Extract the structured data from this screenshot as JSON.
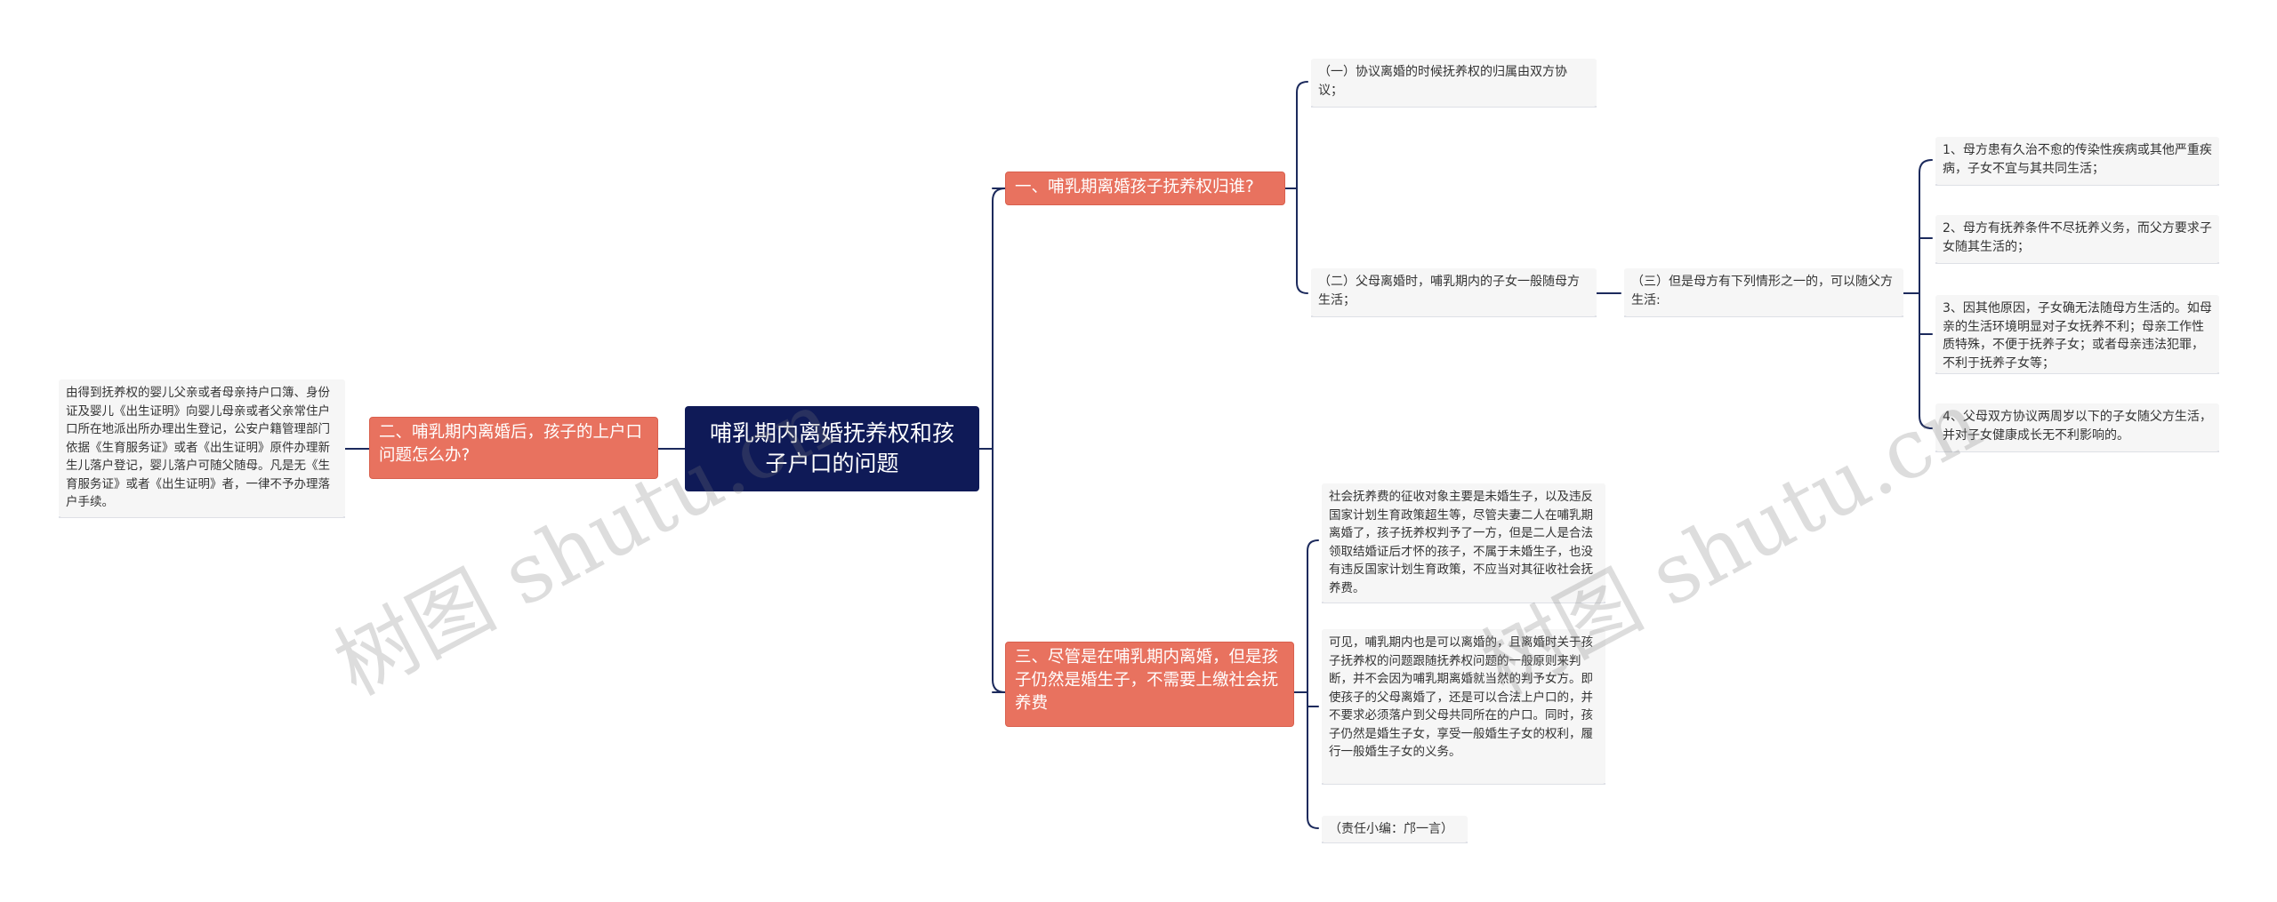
{
  "mindmap": {
    "root": {
      "label": "哺乳期内离婚抚养权和孩子户口的问题"
    },
    "branch1": {
      "label": "一、哺乳期离婚孩子抚养权归谁?",
      "items": [
        "（一）协议离婚的时候抚养权的归属由双方协议；",
        "（二）父母离婚时，哺乳期内的子女一般随母方生活；"
      ],
      "sub": {
        "label": "（三）但是母方有下列情形之一的，可以随父方生活:",
        "items": [
          "1、母方患有久治不愈的传染性疾病或其他严重疾病，子女不宜与其共同生活；",
          "2、母方有抚养条件不尽抚养义务，而父方要求子女随其生活的；",
          "3、因其他原因，子女确无法随母方生活的。如母亲的生活环境明显对子女抚养不利；母亲工作性质特殊，不便于抚养子女；或者母亲违法犯罪，不利于抚养子女等；",
          "4、父母双方协议两周岁以下的子女随父方生活，并对子女健康成长无不利影响的。"
        ]
      }
    },
    "branch2": {
      "label": "二、哺乳期内离婚后，孩子的上户口问题怎么办?",
      "items": [
        "由得到抚养权的婴儿父亲或者母亲持户口簿、身份证及婴儿《出生证明》向婴儿母亲或者父亲常住户口所在地派出所办理出生登记，公安户籍管理部门依据《生育服务证》或者《出生证明》原件办理新生儿落户登记，婴儿落户可随父随母。凡是无《生育服务证》或者《出生证明》者，一律不予办理落户手续。"
      ]
    },
    "branch3": {
      "label": "三、尽管是在哺乳期内离婚，但是孩子仍然是婚生子，不需要上缴社会抚养费",
      "items": [
        "社会抚养费的征收对象主要是未婚生子，以及违反国家计划生育政策超生等，尽管夫妻二人在哺乳期离婚了，孩子抚养权判予了一方，但是二人是合法领取结婚证后才怀的孩子，不属于未婚生子，也没有违反国家计划生育政策，不应当对其征收社会抚养费。",
        "可见，哺乳期内也是可以离婚的，且离婚时关于孩子抚养权的问题跟随抚养权问题的一般原则来判断，并不会因为哺乳期离婚就当然的判予女方。即使孩子的父母离婚了，还是可以合法上户口的，并不要求必须落户到父母共同所在的户口。同时，孩子仍然是婚生子女，享受一般婚生子女的权利，履行一般婚生子女的义务。",
        "（责任小编：邝一言）"
      ]
    },
    "watermarks": [
      "树图 shutu.cn",
      "树图 shutu.cn"
    ],
    "colors": {
      "root_bg": "#0f1a57",
      "branch_bg": "#e8725f",
      "leaf_bg": "#f6f6f6",
      "connector": "#1c2a5c"
    }
  }
}
